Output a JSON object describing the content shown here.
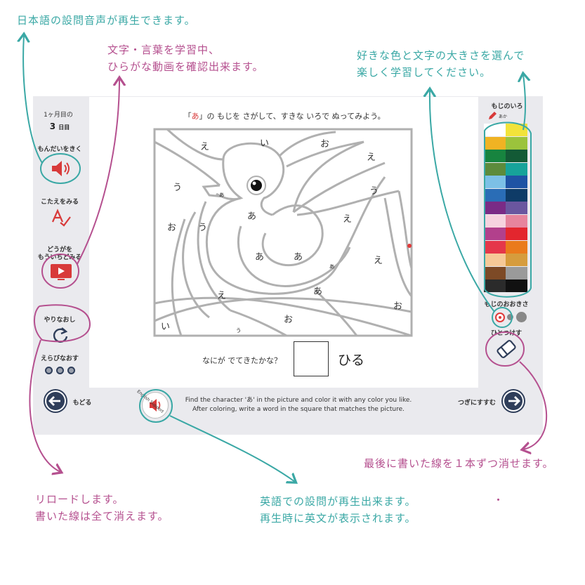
{
  "annotations": {
    "top_left": "日本語の設問音声が再生できます。",
    "mid_left_1": "文字・言葉を学習中、",
    "mid_left_2": "ひらがな動画を確認出来ます。",
    "top_right_1": "好きな色と文字の大きさを選んで",
    "top_right_2": "楽しく学習してください。",
    "bottom_right": "最後に書いた線を１本ずつ消せます。",
    "bottom_left_1": "リロードします。",
    "bottom_left_2": "書いた線は全て消えます。",
    "bottom_mid_1": "英語での設問が再生出来ます。",
    "bottom_mid_2": "再生時に英文が表示されます。",
    "dot": "・"
  },
  "sidebar_left": {
    "month_label": "1ヶ月目の",
    "day_number": "3",
    "day_unit": "日目",
    "question_label": "もんだいをきく",
    "answer_label": "こたえをみる",
    "video_label_1": "どうがを",
    "video_label_2": "もういちどみる",
    "retry_label": "やりなおし",
    "choose_label": "えらびなおす",
    "back_label": "もどる"
  },
  "sidebar_right": {
    "color_title": "もじのいろ",
    "selected_color_name": "あか",
    "size_title": "もじのおおきさ",
    "undo_label": "ひとつけす",
    "next_label": "つぎにすすむ",
    "colors": [
      "#ffffff",
      "#f2e33a",
      "#f0b323",
      "#9bc33c",
      "#17843f",
      "#135a36",
      "#5d8b3c",
      "#17a39a",
      "#7cc0e6",
      "#1f53a4",
      "#2a6db6",
      "#0e3b67",
      "#7a2b86",
      "#6a569f",
      "#f6d3df",
      "#e7849d",
      "#b2408c",
      "#e3262e",
      "#e5374a",
      "#ea7a1c",
      "#f6c997",
      "#d69c3d",
      "#7d4a26",
      "#9a9a9a",
      "#2b2b2b",
      "#111111"
    ]
  },
  "main": {
    "instruction_prefix": "「",
    "instruction_char": "あ",
    "instruction_suffix": "」の もじを さがして、すきな いろで ぬってみよう。",
    "question_text": "なにが でてきたかな？",
    "answer_word": "ひる",
    "english_badge": "English Support",
    "english_line_1": "Find the character 'あ' in the picture and color it with any color you like.",
    "english_line_2": "After coloring, write a word in the square that matches the picture."
  },
  "puzzle_chars": [
    "え",
    "い",
    "お",
    "え",
    "う",
    "ぁ",
    "う",
    "あ",
    "え",
    "お",
    "う",
    "あ",
    "あ",
    "ぁ",
    "え",
    "あ",
    "え",
    "お",
    "い",
    "お",
    "ぅ"
  ]
}
